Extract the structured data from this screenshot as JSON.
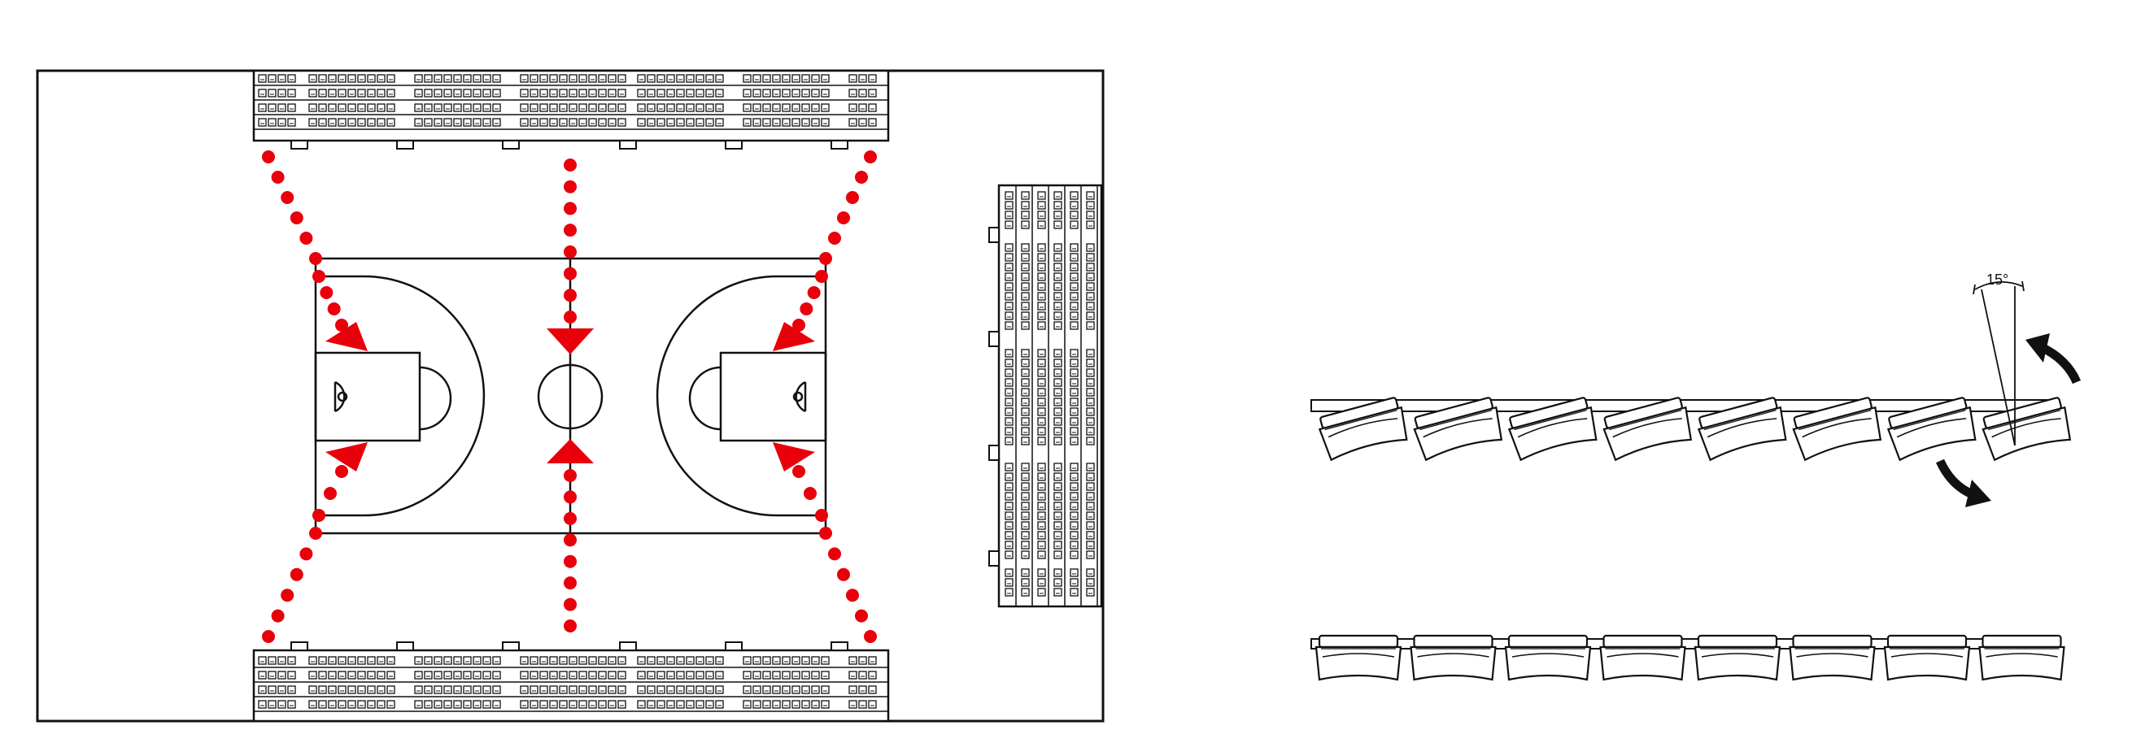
{
  "figure": {
    "colors": {
      "line": "#111111",
      "sightline": "#e8000b",
      "background": "#ffffff"
    }
  },
  "rotation_detail": {
    "angle_label": "15°",
    "rotation_deg": 15,
    "seats_per_row": 8,
    "arrow_icons": [
      "curved-arrow-icon",
      "curved-arrow-icon"
    ]
  }
}
